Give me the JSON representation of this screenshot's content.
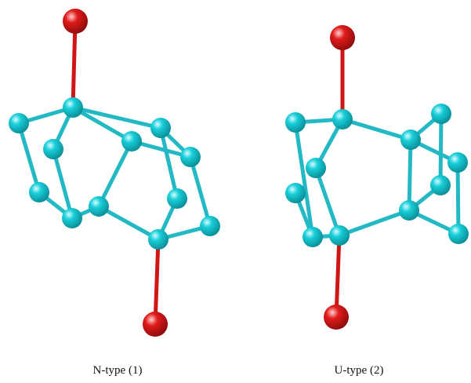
{
  "colors": {
    "background": "#ffffff",
    "carbon": "#19cfd9",
    "carbon_shade": "#0a8f99",
    "oxygen": "#e11b1b",
    "oxygen_shade": "#8f0c0c",
    "bond_carbon": "#22b9c4",
    "bond_oxygen": "#d01515"
  },
  "molecules": [
    {
      "id": "n-type",
      "caption": "N-type (1)"
    },
    {
      "id": "u-type",
      "caption": "U-type (2)"
    }
  ]
}
